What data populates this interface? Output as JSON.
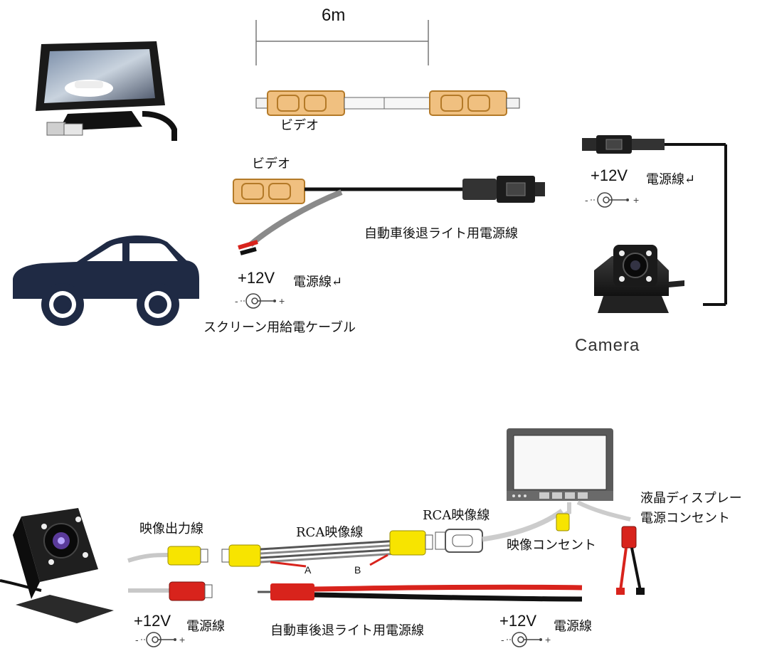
{
  "top": {
    "length_label": "6m",
    "video_label_1": "ビデオ",
    "video_label_2": "ビデオ",
    "reverse_light_label": "自動車後退ライト用電源線",
    "screen_power_cable_label": "スクリーン用給電ケーブル",
    "car_power": {
      "voltage": "+12V",
      "label": "電源線↵"
    },
    "camera_power": {
      "voltage": "+12V",
      "label": "電源線↵"
    },
    "camera_label": "Camera"
  },
  "bottom": {
    "video_output_label": "映像出力線",
    "rca_label_1": "RCA映像線",
    "rca_label_2": "RCA映像線",
    "wire_a": "A",
    "wire_b": "B",
    "video_socket_label": "映像コンセント",
    "lcd_power_line1": "液晶ディスプレー",
    "lcd_power_line2": "電源コンセント",
    "reverse_light_label": "自動車後退ライト用電源線",
    "left_power": {
      "voltage": "+12V",
      "label": "電源線"
    },
    "right_power": {
      "voltage": "+12V",
      "label": "電源線"
    }
  },
  "colors": {
    "rca_orange": "#f0c080",
    "rca_yellow": "#f7e400",
    "wire_red": "#d8231c",
    "car_navy": "#1f2a44"
  }
}
